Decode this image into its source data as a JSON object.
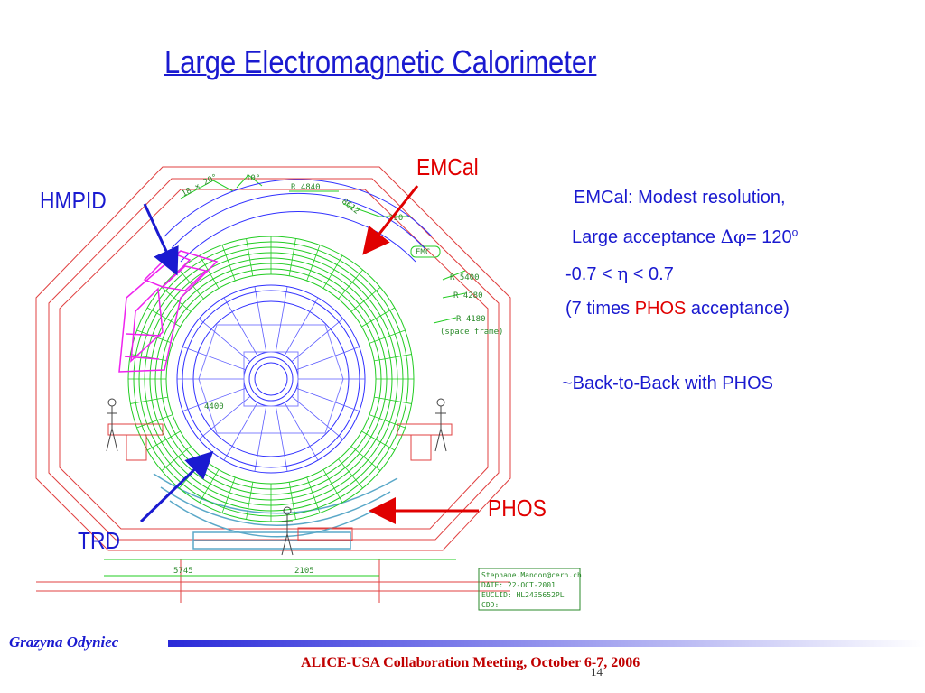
{
  "title": "Large Electromagnetic Calorimeter",
  "labels": {
    "hmpid": "HMPID",
    "emcal": "EMCal",
    "trd": "TRD",
    "phos": "PHOS"
  },
  "notes": {
    "line1": "EMCal:  Modest resolution,",
    "line2_prefix": "Large acceptance ",
    "line2_symbol": "Δφ",
    "line2_value": "= 120",
    "line2_sup": "o",
    "line3_prefix": "-0.7 < ",
    "line3_symbol": "η",
    "line3_suffix": " < 0.7",
    "line4_open": "(7 times ",
    "line4_phos": "PHOS",
    "line4_close": " acceptance)",
    "line5": "~Back-to-Back with PHOS"
  },
  "drawing_annotations": {
    "angle1": "18 × 20°",
    "angle2": "10°",
    "r4840": "R 4840",
    "d8612": "8612",
    "d390": "390",
    "emc": "EMC",
    "r5400": "R 5400",
    "r4280": "R 4280",
    "r4180": "R 4180",
    "space_frame": "(space frame)",
    "d5745": "5745",
    "d2105": "2105",
    "d4400": "4400"
  },
  "stamp": {
    "line1": "Stephane.Mandon@cern.ch",
    "line2": "DATE: 22-OCT-2001",
    "line3": "EUCLID: HL2435652PL",
    "line4": "CDD:"
  },
  "footer": {
    "author": "Grazyna Odyniec",
    "meeting": "ALICE-USA Collaboration Meeting, October 6-7, 2006",
    "page": "14"
  },
  "colors": {
    "title_blue": "#1a1ad0",
    "label_red": "#e00000",
    "drawing_red": "#e04040",
    "drawing_green": "#22cc22",
    "drawing_blue": "#3030ff",
    "drawing_magenta": "#ee22ee",
    "drawing_cyan": "#5aa8c8"
  }
}
